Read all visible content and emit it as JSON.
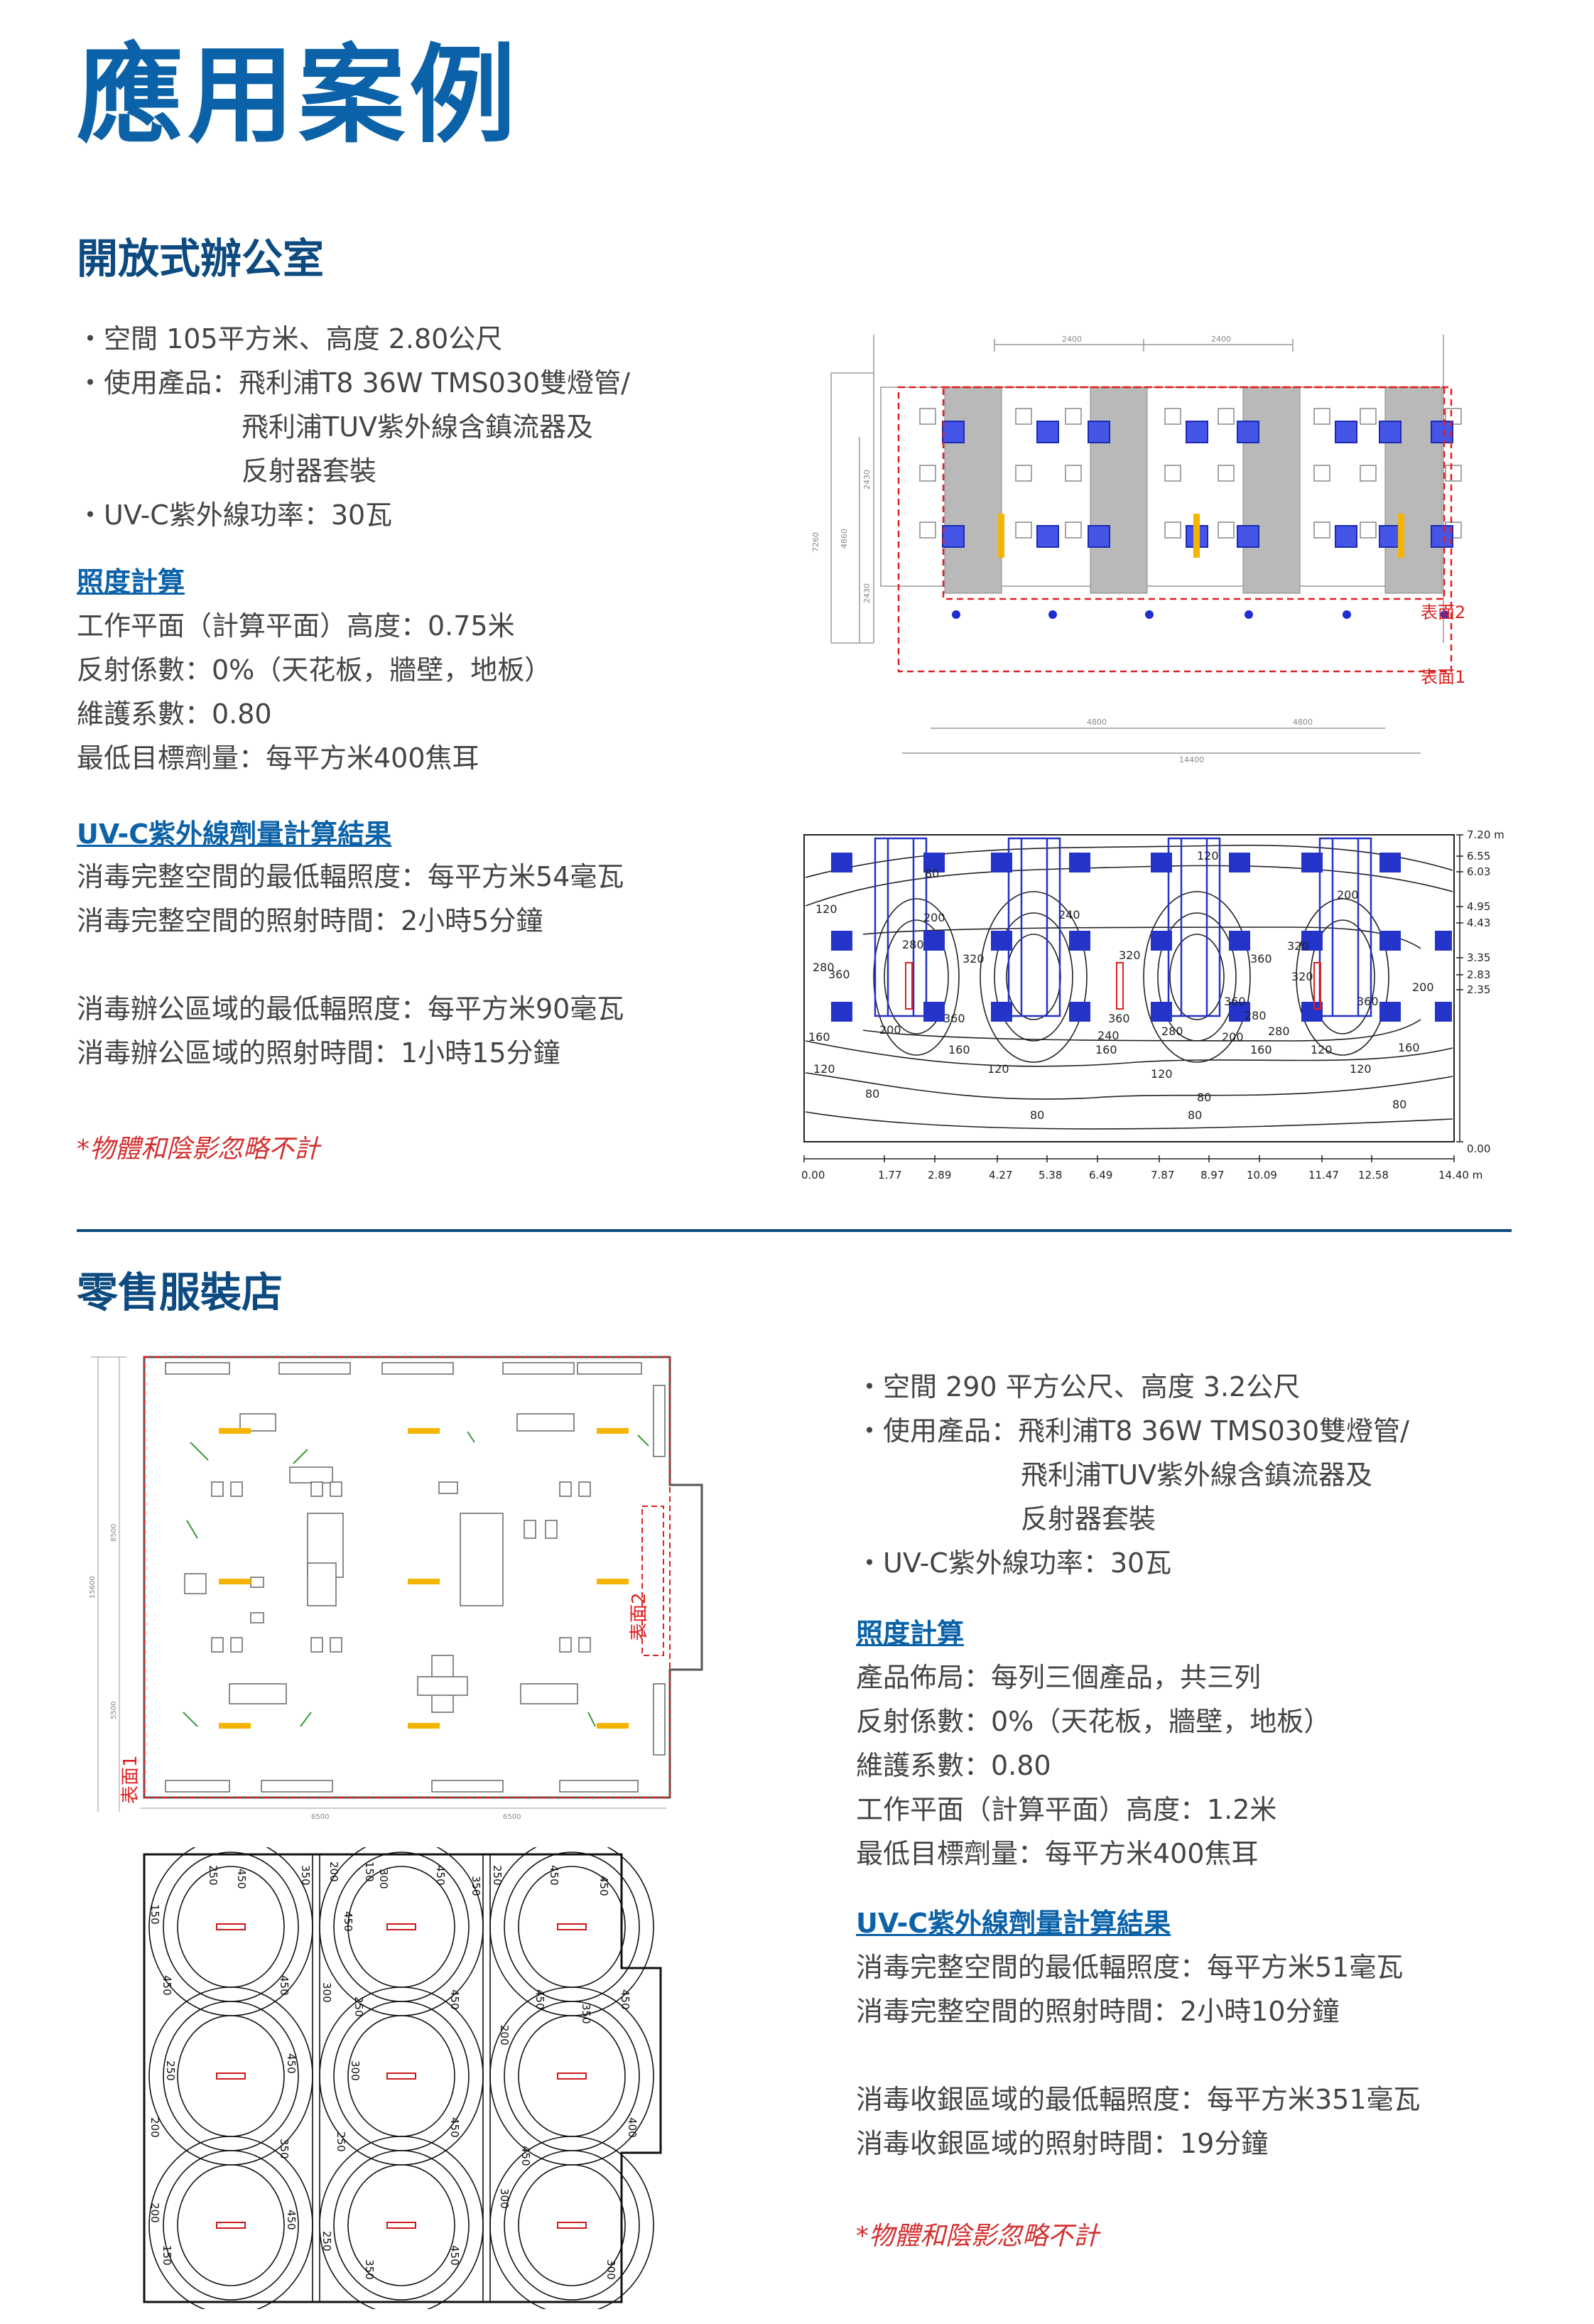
{
  "page_title": "應用案例",
  "office": {
    "title": "開放式辦公室",
    "specs": [
      "・空間 105平方米、高度 2.80公尺",
      "・使用產品：飛利浦T8 36W TMS030雙燈管/",
      "飛利浦TUV紫外線含鎮流器及",
      "反射器套裝",
      "・UV-C紫外線功率：30瓦"
    ],
    "calc_header": "照度計算",
    "calc_lines": [
      "工作平面（計算平面）高度：0.75米",
      "反射係數：0%（天花板，牆壁，地板）",
      "維護系數：0.80",
      "最低目標劑量：每平方米400焦耳"
    ],
    "result_header": "UV-C紫外線劑量計算結果",
    "result_lines": [
      "消毒完整空間的最低輻照度：每平方米54毫瓦",
      "消毒完整空間的照射時間：2小時5分鐘",
      "",
      "消毒辦公區域的最低輻照度：每平方米90毫瓦",
      "消毒辦公區域的照射時間：1小時15分鐘"
    ],
    "note": "*物體和陰影忽略不計",
    "plan": {
      "dims_top": [
        "2400",
        "2400"
      ],
      "dims_left": [
        "7260",
        "4860",
        "2430",
        "2430"
      ],
      "dims_bottom": [
        "4800",
        "4800",
        "14400"
      ],
      "surface2": "表面2",
      "surface1": "表面1"
    },
    "contour": {
      "y_ticks": [
        "7.20 m",
        "6.55",
        "6.03",
        "4.95",
        "4.43",
        "3.35",
        "2.83",
        "2.35",
        "0.00"
      ],
      "x_ticks": [
        "0.00",
        "1.77",
        "2.89",
        "4.27",
        "5.38",
        "6.49",
        "7.87",
        "8.97",
        "10.09",
        "11.47",
        "12.58",
        "14.40 m"
      ],
      "labels": [
        "80",
        "120",
        "120",
        "200",
        "200",
        "240",
        "280",
        "280",
        "320",
        "320",
        "320",
        "360",
        "360",
        "360",
        "360",
        "280",
        "200",
        "160",
        "160",
        "120",
        "120",
        "80",
        "80",
        "80",
        "160",
        "120",
        "240",
        "280",
        "360",
        "200",
        "160",
        "120",
        "80",
        "360",
        "320",
        "280",
        "200",
        "160",
        "120",
        "80"
      ]
    }
  },
  "retail": {
    "title": "零售服裝店",
    "specs": [
      "・空間 290 平方公尺、高度 3.2公尺",
      "・使用產品：飛利浦T8 36W TMS030雙燈管/",
      "飛利浦TUV紫外線含鎮流器及",
      "反射器套裝",
      "・UV-C紫外線功率：30瓦"
    ],
    "calc_header": "照度計算",
    "calc_lines": [
      "產品佈局：每列三個產品，共三列",
      "反射係數：0%（天花板，牆壁，地板）",
      "維護系數：0.80",
      "工作平面（計算平面）高度：1.2米",
      "最低目標劑量：每平方米400焦耳"
    ],
    "result_header": "UV-C紫外線劑量計算結果",
    "result_lines": [
      "消毒完整空間的最低輻照度：每平方米51毫瓦",
      "消毒完整空間的照射時間：2小時10分鐘",
      "",
      "消毒收銀區域的最低輻照度：每平方米351毫瓦",
      "消毒收銀區域的照射時間：19分鐘"
    ],
    "note": "*物體和陰影忽略不計",
    "plan": {
      "surface2": "表面2",
      "surface1": "表面1",
      "dims": [
        "8500",
        "5500",
        "15600",
        "6500",
        "6500"
      ]
    },
    "contour": {
      "labels": [
        "150",
        "250",
        "450",
        "350",
        "200",
        "450",
        "150",
        "300",
        "450",
        "450",
        "250",
        "350",
        "450",
        "450",
        "450",
        "300",
        "250",
        "450",
        "200",
        "450",
        "350",
        "450",
        "250",
        "450",
        "300",
        "200",
        "400",
        "450",
        "250",
        "350",
        "450",
        "300",
        "200",
        "450",
        "250",
        "150",
        "450",
        "350",
        "300"
      ]
    }
  },
  "colors": {
    "title_blue": "#0b62a8",
    "heading_navy": "#0d4a80",
    "surface_red": "#e02020",
    "lamp_yellow": "#f5b400",
    "fixture_blue": "#2433c8"
  }
}
